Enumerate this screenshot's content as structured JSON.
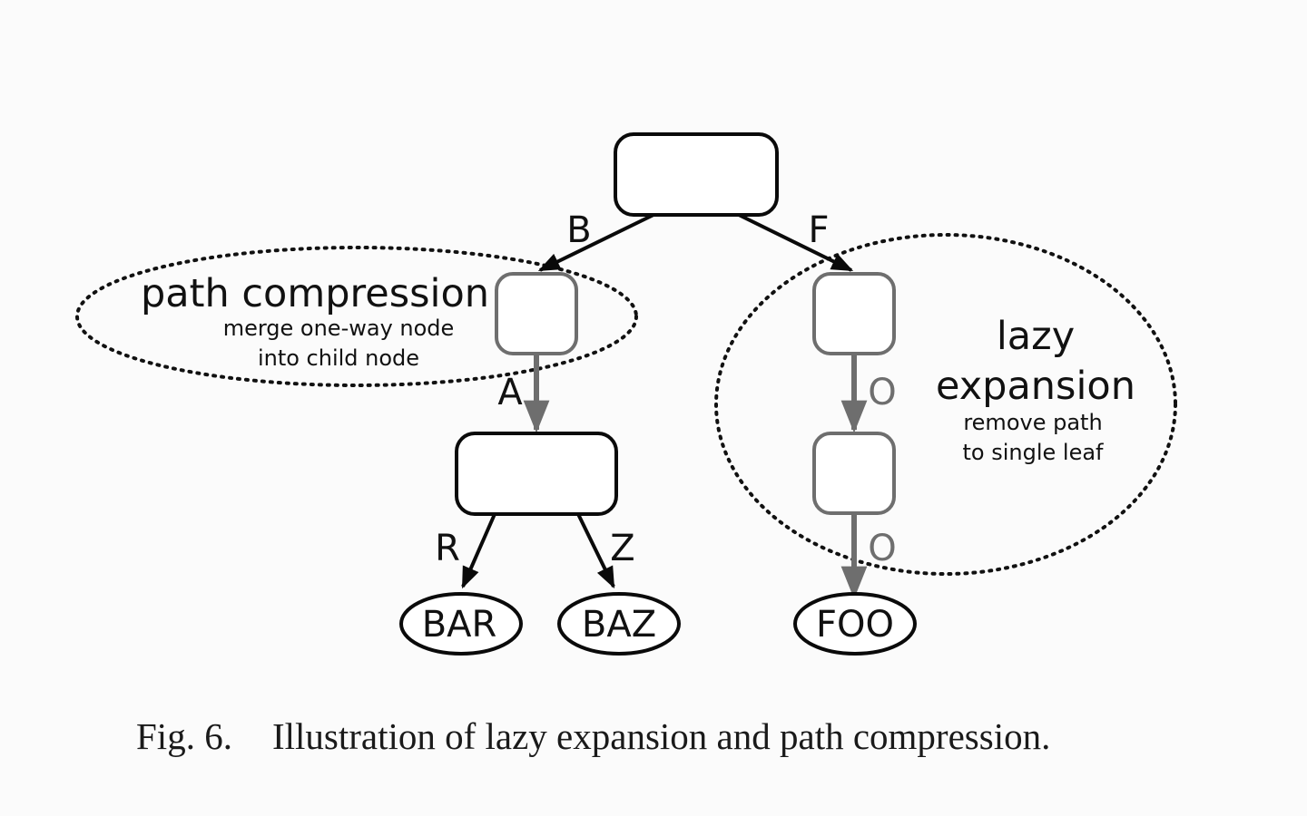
{
  "diagram": {
    "edge_labels": {
      "b": "B",
      "f": "F",
      "a": "A",
      "o1": "O",
      "r": "R",
      "z": "Z",
      "o2": "O"
    },
    "leaves": {
      "bar": "BAR",
      "baz": "BAZ",
      "foo": "FOO"
    },
    "regions": {
      "path_compression": {
        "title": "path compression",
        "line1": "merge one-way node",
        "line2": "into child node"
      },
      "lazy_expansion": {
        "title_line1": "lazy",
        "title_line2": "expansion",
        "line1": "remove path",
        "line2": "to single leaf"
      }
    },
    "colors": {
      "solid": "#0a0a0a",
      "faded": "#6e6e6e"
    }
  },
  "caption": {
    "label": "Fig. 6.",
    "text": "Illustration of lazy expansion and path compression."
  }
}
